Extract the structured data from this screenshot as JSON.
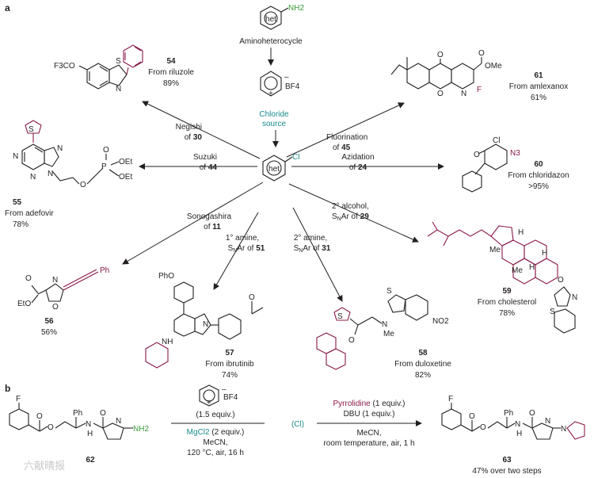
{
  "panel_a": {
    "label": "a",
    "center_label": "het",
    "center_substituent": "Cl",
    "top": {
      "amine_label": "het",
      "amine_group": "NH2",
      "caption": "Aminoheterocycle",
      "salt_anion": "BF4",
      "salt_charge": "+",
      "salt_anion_charge": "–",
      "chloride_line1": "Chloride",
      "chloride_line2": "source"
    },
    "reactions": [
      {
        "id": "negishi",
        "line1": "Negishi",
        "line2_prefix": "of ",
        "line2_num": "30",
        "compound": "54",
        "source": "From riluzole",
        "yield": "89%"
      },
      {
        "id": "suzuki",
        "line1": "Suzuki",
        "line2_prefix": "of ",
        "line2_num": "44",
        "compound": "55",
        "source": "From adefovir",
        "yield": "78%"
      },
      {
        "id": "sonogashira",
        "line1": "Sonogashira",
        "line2_prefix": "of ",
        "line2_num": "11",
        "compound": "56",
        "source": "",
        "yield": "56%"
      },
      {
        "id": "amine1",
        "line1": "1° amine,",
        "line2_prefix": "SNAr of ",
        "line2_num": "51",
        "compound": "57",
        "source": "From ibrutinib",
        "yield": "74%"
      },
      {
        "id": "amine2",
        "line1": "2° amine,",
        "line2_prefix": "SNAr of ",
        "line2_num": "31",
        "compound": "58",
        "source": "From duloxetine",
        "yield": "82%"
      },
      {
        "id": "alcohol",
        "line1": "2° alcohol,",
        "line2_prefix": "SNAr of ",
        "line2_num": "29",
        "compound": "59",
        "source": "From cholesterol",
        "yield": "78%"
      },
      {
        "id": "azidation",
        "line1": "Azidation",
        "line2_prefix": "of ",
        "line2_num": "24",
        "compound": "60",
        "source": "From chloridazon",
        "yield": ">95%"
      },
      {
        "id": "fluorination",
        "line1": "Fluorination",
        "line2_prefix": "of ",
        "line2_num": "45",
        "compound": "61",
        "source": "From amlexanox",
        "yield": "61%"
      }
    ],
    "atoms": {
      "c54_cf3o": "F3CO",
      "c54_s": "S",
      "c54_n": "N",
      "c55_n1": "N",
      "c55_n2": "N",
      "c55_n3": "N",
      "c55_n4": "N",
      "c55_s": "S",
      "c55_o1": "O",
      "c55_o2": "O",
      "c55_p": "P",
      "c55_oet1": "OEt",
      "c55_oet2": "OEt",
      "c56_o1": "O",
      "c56_etO": "EtO",
      "c56_o2": "O",
      "c56_n": "N",
      "c56_ph": "Ph",
      "c57_pho": "PhO",
      "c57_nh": "NH",
      "c57_n": "N",
      "c57_o": "O",
      "c58_s1": "S",
      "c58_s2": "S",
      "c58_o": "O",
      "c58_n": "N",
      "c58_me": "Me",
      "c58_no2": "NO2",
      "c59_h1": "H",
      "c59_h2": "H",
      "c59_h3": "H",
      "c59_me1": "Me",
      "c59_me2": "Me",
      "c59_o": "O",
      "c59_n": "N",
      "c59_s": "S",
      "c60_o": "O",
      "c60_cl": "Cl",
      "c60_n3": "N3",
      "c61_o1": "O",
      "c61_o2": "O",
      "c61_ome": "OMe",
      "c61_f": "F",
      "c61_n": "N",
      "c61_o3": "O"
    }
  },
  "panel_b": {
    "label": "b",
    "reactant": {
      "compound": "62",
      "f": "F",
      "o1": "O",
      "o2": "O",
      "ph": "Ph",
      "nh": "N",
      "h": "H",
      "o3": "O",
      "n": "N",
      "nh2": "NH2"
    },
    "reagent_box": {
      "anion": "BF4",
      "charge": "+",
      "anion_charge": "–"
    },
    "cond1": {
      "line1": "(1.5 equiv.)",
      "mgcl2": "MgCl2",
      "mgcl2_rest": " (2 equiv.)",
      "solvent": "MeCN,",
      "temp": "120 °C, air, 16 h"
    },
    "intermediate": "(Cl)",
    "cond2": {
      "pyrrolidine": "Pyrrolidine",
      "pyrrolidine_rest": " (1 equiv.)",
      "dbu": "DBU (1 equiv.)",
      "solvent": "MeCN,",
      "temp1": "room temperature, air, 1 h"
    },
    "product": {
      "compound": "63",
      "yield": "47% over two steps",
      "f": "F",
      "o1": "O",
      "o2": "O",
      "ph": "Ph",
      "nh": "N",
      "h": "H",
      "o3": "O",
      "n1": "N",
      "n2": "N"
    }
  },
  "watermark": "六献晴报"
}
